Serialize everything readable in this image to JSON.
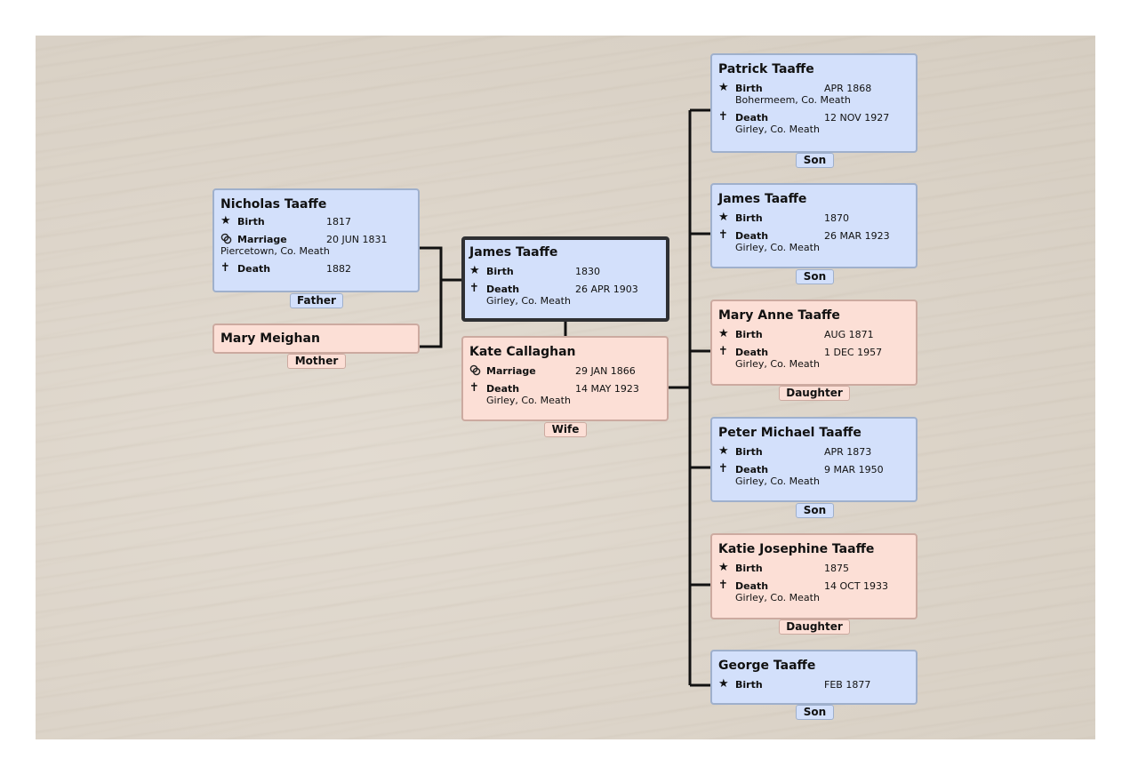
{
  "icons": {
    "birth": "star-icon",
    "death": "cross-icon",
    "marriage": "rings-icon"
  },
  "colors": {
    "male": "#d3e0fb",
    "female": "#fcdfd6",
    "focus_border": "#2f3033",
    "line": "#111111"
  },
  "parents": [
    {
      "name": "Nicholas Taaffe",
      "role": "Father",
      "sex": "male",
      "events": [
        {
          "type": "birth",
          "label": "Birth",
          "date": "1817",
          "place": ""
        },
        {
          "type": "marriage",
          "label": "Marriage",
          "date": "20 JUN 1831",
          "place": "Piercetown, Co. Meath"
        },
        {
          "type": "death",
          "label": "Death",
          "date": "1882",
          "place": ""
        }
      ]
    },
    {
      "name": "Mary Meighan",
      "role": "Mother",
      "sex": "female",
      "events": []
    }
  ],
  "focus": {
    "name": "James Taaffe",
    "sex": "male",
    "events": [
      {
        "type": "birth",
        "label": "Birth",
        "date": "1830",
        "place": ""
      },
      {
        "type": "death",
        "label": "Death",
        "date": "26 APR 1903",
        "place": "Girley, Co. Meath"
      }
    ]
  },
  "spouse": {
    "name": "Kate Callaghan",
    "role": "Wife",
    "sex": "female",
    "events": [
      {
        "type": "marriage",
        "label": "Marriage",
        "date": "29 JAN 1866",
        "place": ""
      },
      {
        "type": "death",
        "label": "Death",
        "date": "14 MAY 1923",
        "place": "Girley, Co. Meath"
      }
    ]
  },
  "children": [
    {
      "name": "Patrick Taaffe",
      "role": "Son",
      "sex": "male",
      "events": [
        {
          "type": "birth",
          "label": "Birth",
          "date": "APR 1868",
          "place": "Bohermeem, Co. Meath"
        },
        {
          "type": "death",
          "label": "Death",
          "date": "12 NOV 1927",
          "place": "Girley, Co. Meath"
        }
      ]
    },
    {
      "name": "James Taaffe",
      "role": "Son",
      "sex": "male",
      "events": [
        {
          "type": "birth",
          "label": "Birth",
          "date": "1870",
          "place": ""
        },
        {
          "type": "death",
          "label": "Death",
          "date": "26 MAR 1923",
          "place": "Girley, Co. Meath"
        }
      ]
    },
    {
      "name": "Mary Anne Taaffe",
      "role": "Daughter",
      "sex": "female",
      "events": [
        {
          "type": "birth",
          "label": "Birth",
          "date": "AUG 1871",
          "place": ""
        },
        {
          "type": "death",
          "label": "Death",
          "date": "1 DEC 1957",
          "place": "Girley, Co. Meath"
        }
      ]
    },
    {
      "name": "Peter Michael Taaffe",
      "role": "Son",
      "sex": "male",
      "events": [
        {
          "type": "birth",
          "label": "Birth",
          "date": "APR 1873",
          "place": ""
        },
        {
          "type": "death",
          "label": "Death",
          "date": "9 MAR 1950",
          "place": "Girley, Co. Meath"
        }
      ]
    },
    {
      "name": "Katie Josephine Taaffe",
      "role": "Daughter",
      "sex": "female",
      "events": [
        {
          "type": "birth",
          "label": "Birth",
          "date": "1875",
          "place": ""
        },
        {
          "type": "death",
          "label": "Death",
          "date": "14 OCT 1933",
          "place": "Girley, Co. Meath"
        }
      ]
    },
    {
      "name": "George Taaffe",
      "role": "Son",
      "sex": "male",
      "events": [
        {
          "type": "birth",
          "label": "Birth",
          "date": "FEB 1877",
          "place": ""
        }
      ]
    }
  ]
}
